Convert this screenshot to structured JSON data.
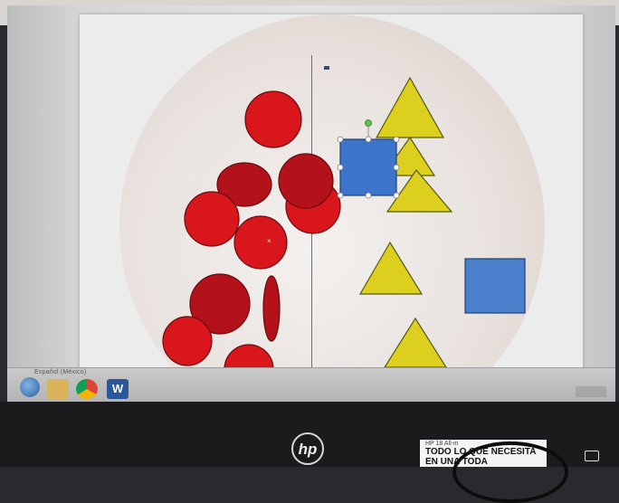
{
  "taskbar": {
    "start_label": "Español (México)",
    "word_icon_letter": "W"
  },
  "monitor": {
    "brand_logo": "hp",
    "sticker": {
      "model": "HP 18 All-in",
      "line1": "TODO LO QUE NECESITA",
      "line2": "EN UNA TODA"
    }
  },
  "colors": {
    "circle_red": "#d8161c",
    "circle_dark_red": "#b3121a",
    "triangle_yellow": "#dccf1e",
    "square_blue": "#3b74c8",
    "selection_handle": "#ffffff",
    "rotate_handle": "#5fc24a"
  },
  "icons": [
    "windows-start-icon",
    "file-explorer-icon",
    "chrome-icon",
    "word-icon",
    "monitor-button-icon"
  ]
}
